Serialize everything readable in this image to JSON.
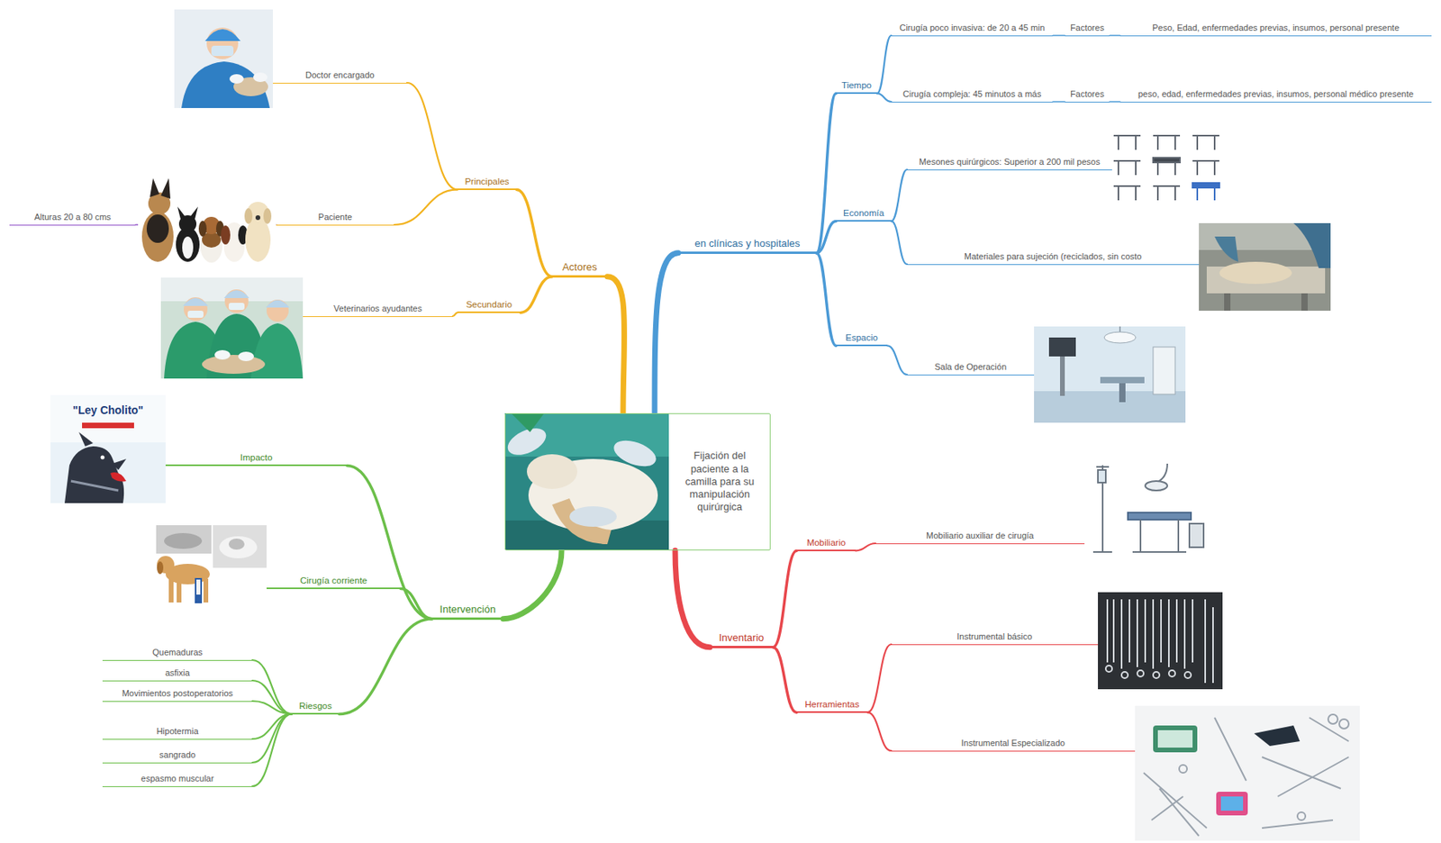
{
  "diagram": {
    "nodes": [
      {
        "text": [
          "Fijación del paciente a la camilla para su manipulación quirúrgica"
        ]
      },
      {
        "text": [
          "Actores"
        ]
      },
      {
        "text": [
          "Principales"
        ]
      },
      {
        "text": [
          "Doctor encargado"
        ]
      },
      {
        "text": [
          "Paciente"
        ]
      },
      {
        "text": [
          "Alturas 20 a 80 cms"
        ]
      },
      {
        "text": [
          "Secundario"
        ]
      },
      {
        "text": [
          "Veterinarios ayudantes"
        ]
      },
      {
        "text": [
          "en clínicas y hospitales"
        ]
      },
      {
        "text": [
          "Tiempo"
        ]
      },
      {
        "text": [
          "Cirugía poco invasiva: de 20 a 45 min"
        ]
      },
      {
        "text": [
          "Factores"
        ]
      },
      {
        "text": [
          "Peso, Edad, enfermedades previas, insumos, personal presente"
        ]
      },
      {
        "text": [
          "Cirugía compleja: 45 minutos a más"
        ]
      },
      {
        "text": [
          "Factores"
        ]
      },
      {
        "text": [
          "peso, edad, enfermedades previas, insumos, personal médico presente"
        ]
      },
      {
        "text": [
          "Economía"
        ]
      },
      {
        "text": [
          "Mesones quirúrgicos: Superior a 200 mil pesos"
        ]
      },
      {
        "text": [
          "Materiales para sujeción (reciclados, sin costo"
        ]
      },
      {
        "text": [
          "Espacio"
        ]
      },
      {
        "text": [
          "Sala de Operación"
        ]
      },
      {
        "text": [
          "Inventario"
        ]
      },
      {
        "text": [
          "Mobiliario"
        ]
      },
      {
        "text": [
          "Mobiliario auxiliar de cirugía"
        ]
      },
      {
        "text": [
          "Herramientas"
        ]
      },
      {
        "text": [
          "Instrumental básico"
        ]
      },
      {
        "text": [
          "Instrumental Especializado"
        ]
      },
      {
        "text": [
          "Intervención"
        ]
      },
      {
        "text": [
          "Impacto"
        ]
      },
      {
        "text": [
          "Cirugía corriente"
        ]
      },
      {
        "text": [
          "Riesgos"
        ]
      },
      {
        "text": [
          "Quemaduras"
        ]
      },
      {
        "text": [
          "asfixia"
        ]
      },
      {
        "text": [
          "Movimientos postoperatorios"
        ]
      },
      {
        "text": [
          "Hipotermia"
        ]
      },
      {
        "text": [
          "sangrado"
        ]
      },
      {
        "text": [
          "espasmo muscular"
        ]
      }
    ],
    "edges": [
      {
        "from": 0,
        "to": 1,
        "arrow": "none"
      },
      {
        "from": 1,
        "to": 2,
        "arrow": "none"
      },
      {
        "from": 2,
        "to": 3,
        "arrow": "none"
      },
      {
        "from": 2,
        "to": 4,
        "arrow": "none"
      },
      {
        "from": 4,
        "to": 5,
        "arrow": "none"
      },
      {
        "from": 1,
        "to": 6,
        "arrow": "none"
      },
      {
        "from": 6,
        "to": 7,
        "arrow": "none"
      },
      {
        "from": 0,
        "to": 8,
        "arrow": "none"
      },
      {
        "from": 8,
        "to": 9,
        "arrow": "none"
      },
      {
        "from": 9,
        "to": 10,
        "arrow": "none"
      },
      {
        "from": 10,
        "to": 11,
        "arrow": "none"
      },
      {
        "from": 11,
        "to": 12,
        "arrow": "none"
      },
      {
        "from": 9,
        "to": 13,
        "arrow": "none"
      },
      {
        "from": 13,
        "to": 14,
        "arrow": "none"
      },
      {
        "from": 14,
        "to": 15,
        "arrow": "none"
      },
      {
        "from": 8,
        "to": 16,
        "arrow": "none"
      },
      {
        "from": 16,
        "to": 17,
        "arrow": "none"
      },
      {
        "from": 16,
        "to": 18,
        "arrow": "none"
      },
      {
        "from": 8,
        "to": 19,
        "arrow": "none"
      },
      {
        "from": 19,
        "to": 20,
        "arrow": "none"
      },
      {
        "from": 0,
        "to": 21,
        "arrow": "none"
      },
      {
        "from": 21,
        "to": 22,
        "arrow": "none"
      },
      {
        "from": 22,
        "to": 23,
        "arrow": "none"
      },
      {
        "from": 21,
        "to": 24,
        "arrow": "none"
      },
      {
        "from": 24,
        "to": 25,
        "arrow": "none"
      },
      {
        "from": 24,
        "to": 26,
        "arrow": "none"
      },
      {
        "from": 0,
        "to": 27,
        "arrow": "none"
      },
      {
        "from": 27,
        "to": 28,
        "arrow": "none"
      },
      {
        "from": 27,
        "to": 29,
        "arrow": "none"
      },
      {
        "from": 27,
        "to": 30,
        "arrow": "none"
      },
      {
        "from": 30,
        "to": 31,
        "arrow": "none"
      },
      {
        "from": 30,
        "to": 32,
        "arrow": "none"
      },
      {
        "from": 30,
        "to": 33,
        "arrow": "none"
      },
      {
        "from": 30,
        "to": 34,
        "arrow": "none"
      },
      {
        "from": 30,
        "to": 35,
        "arrow": "none"
      },
      {
        "from": 30,
        "to": 36,
        "arrow": "none"
      }
    ],
    "labels": [
      "\"Ley Cholito\""
    ]
  }
}
